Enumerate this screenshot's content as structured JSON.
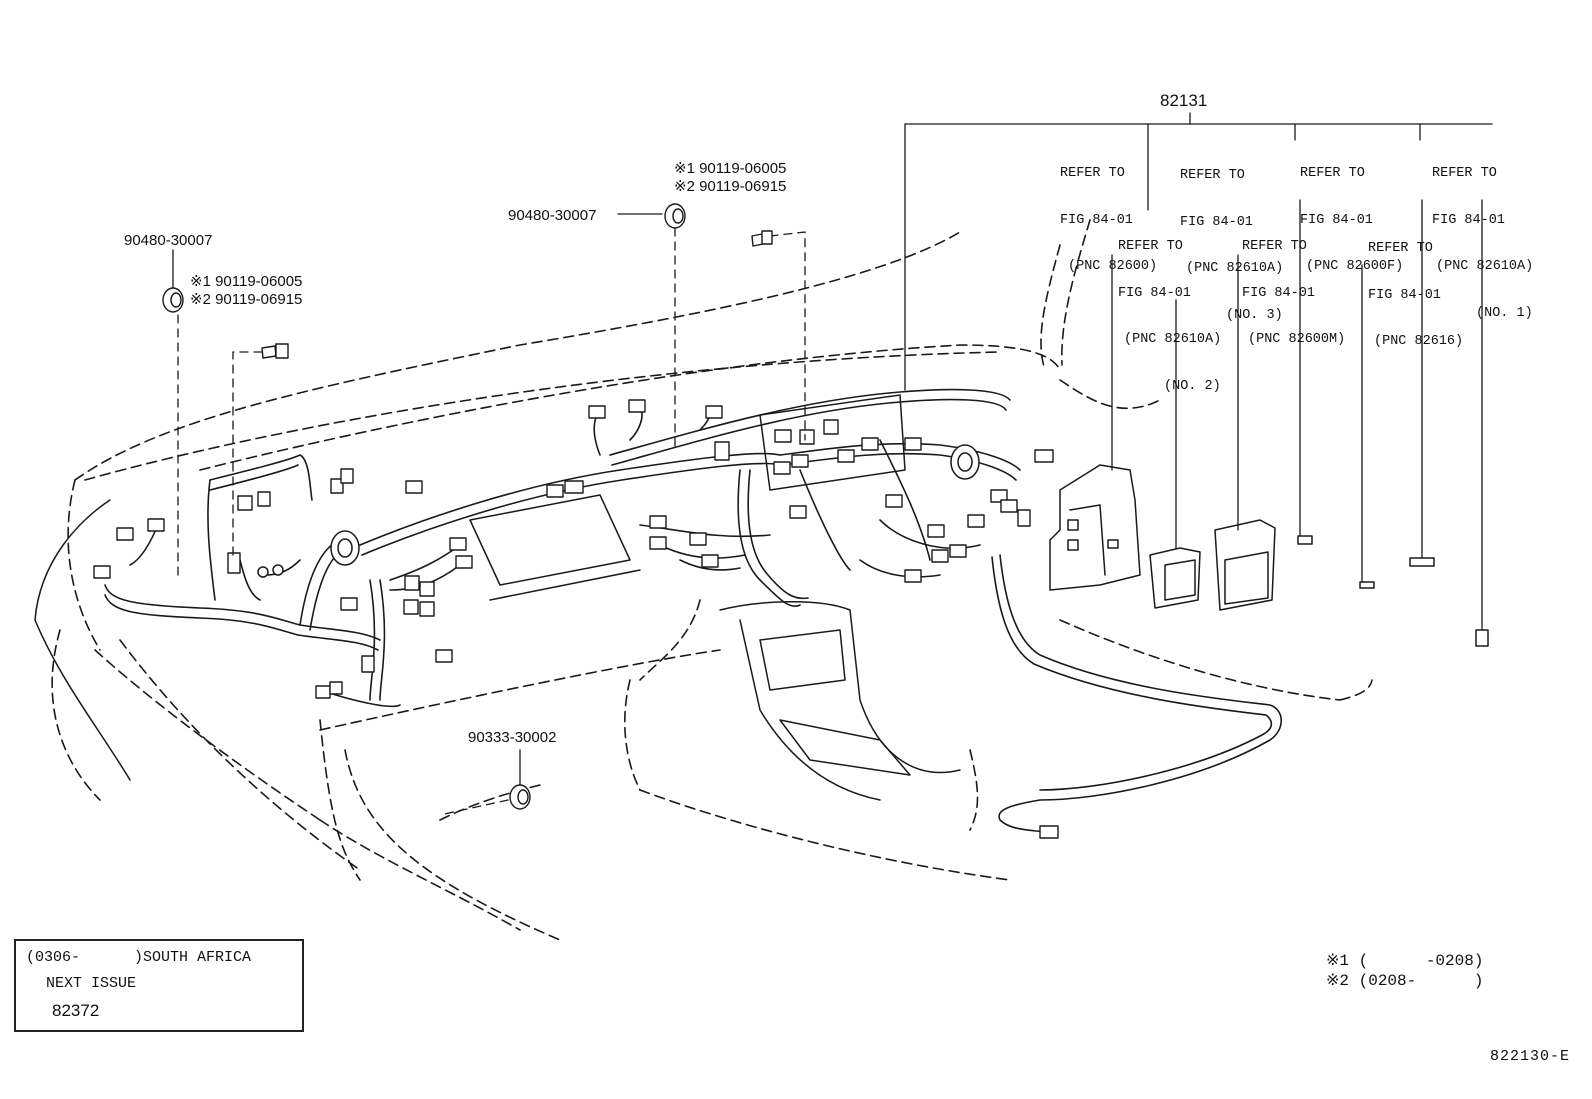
{
  "main_part": "82131",
  "refers": [
    {
      "line1": "REFER TO",
      "line2": "FIG 84-01",
      "line3": "(PNC 82600)",
      "line4": ""
    },
    {
      "line1": "REFER TO",
      "line2": "FIG 84-01",
      "line3": "(PNC 82610A)",
      "line4": "(NO. 3)"
    },
    {
      "line1": "REFER TO",
      "line2": "FIG 84-01",
      "line3": "(PNC 82600F)",
      "line4": ""
    },
    {
      "line1": "REFER TO",
      "line2": "FIG 84-01",
      "line3": "(PNC 82610A)",
      "line4": "(NO. 1)"
    },
    {
      "line1": "REFER TO",
      "line2": "FIG 84-01",
      "line3": "(PNC 82610A)",
      "line4": "(NO. 2)"
    },
    {
      "line1": "REFER TO",
      "line2": "FIG 84-01",
      "line3": "(PNC 82600M)",
      "line4": ""
    },
    {
      "line1": "REFER TO",
      "line2": "FIG 84-01",
      "line3": "(PNC 82616)",
      "line4": ""
    }
  ],
  "parts": {
    "grommet_left": "90480-30007",
    "grommet_center": "90480-30007",
    "bolt_left_1": "※1 90119-06005",
    "bolt_left_2": "※2 90119-06915",
    "bolt_center_1": "※1 90119-06005",
    "bolt_center_2": "※2 90119-06915",
    "clamp": "90333-30002"
  },
  "note": {
    "line1": "(0306-      )SOUTH AFRICA",
    "line2": "NEXT ISSUE",
    "line3": "82372"
  },
  "legend": {
    "item1": "※1 (      -0208)",
    "item2": "※2 (0208-      )"
  },
  "figure_code": "822130-E"
}
